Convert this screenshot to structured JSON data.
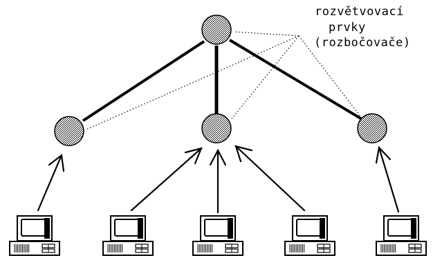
{
  "diagram": {
    "label_lines": [
      "rozvětvovací",
      "prvky",
      "(rozbočovače)"
    ],
    "colors": {
      "ink": "#000000",
      "paper": "#ffffff",
      "hub_fill": "#c8c8c8"
    },
    "nodes": {
      "hubs": [
        {
          "id": "hub-root",
          "label": ""
        },
        {
          "id": "hub-left",
          "label": ""
        },
        {
          "id": "hub-middle",
          "label": ""
        },
        {
          "id": "hub-right",
          "label": ""
        }
      ],
      "computers": [
        {
          "id": "computer-1",
          "connects_to": "hub-left"
        },
        {
          "id": "computer-2",
          "connects_to": "hub-middle"
        },
        {
          "id": "computer-3",
          "connects_to": "hub-middle"
        },
        {
          "id": "computer-4",
          "connects_to": "hub-middle"
        },
        {
          "id": "computer-5",
          "connects_to": "hub-right"
        }
      ]
    },
    "links": [
      {
        "from": "hub-root",
        "to": "hub-left",
        "style": "thick"
      },
      {
        "from": "hub-root",
        "to": "hub-middle",
        "style": "thick"
      },
      {
        "from": "hub-root",
        "to": "hub-right",
        "style": "thick"
      }
    ],
    "label_pointers": [
      "hub-root",
      "hub-left",
      "hub-middle",
      "hub-right"
    ]
  }
}
